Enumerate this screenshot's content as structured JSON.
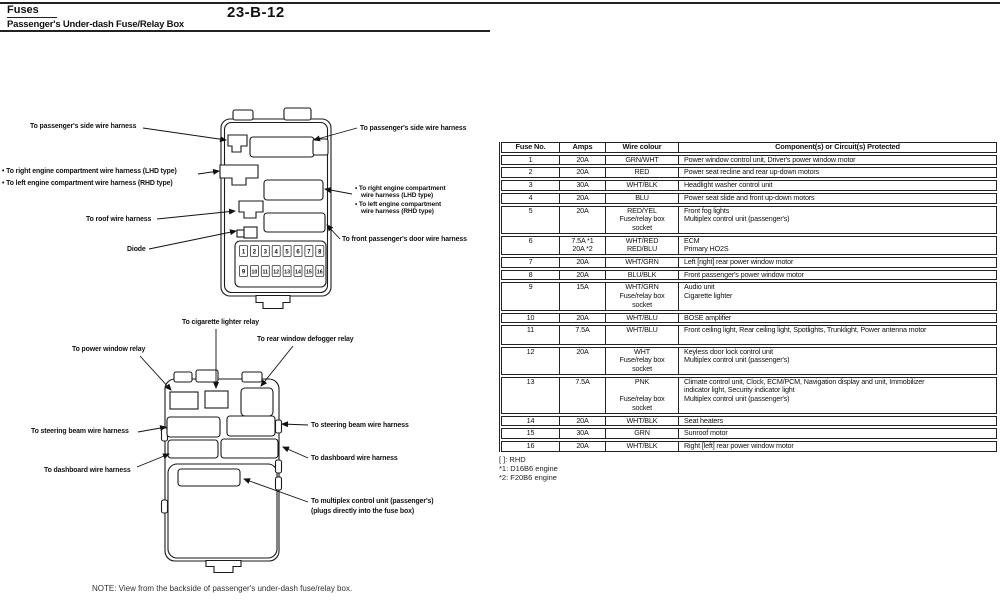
{
  "header": {
    "title": "Fuses",
    "subtitle": "Passenger's Under-dash Fuse/Relay Box",
    "page_code": "23-B-12"
  },
  "colors": {
    "ink": "#111111",
    "line": "#1a1a1a",
    "background": "#ffffff"
  },
  "diagram_upper": {
    "labels": {
      "passenger_side_left": "To passenger's side wire harness",
      "engine_compartment_left": "• To right engine compartment wire harness (LHD type)\n• To left engine compartment wire harness (RHD type)",
      "roof": "To roof wire harness",
      "diode": "Diode",
      "passenger_side_right": "To passenger's side wire harness",
      "engine_right_1": "• To right engine compartment\nwire harness (LHD type)",
      "engine_right_2": "• To left engine compartment\nwire harness (RHD type)",
      "front_door": "To front passenger's door wire harness"
    },
    "fuse_numbers_row1": [
      "1",
      "2",
      "3",
      "4",
      "5",
      "6",
      "7",
      "8"
    ],
    "fuse_numbers_row2": [
      "9",
      "10",
      "11",
      "12",
      "13",
      "14",
      "15",
      "16"
    ]
  },
  "diagram_lower": {
    "labels": {
      "cigarette": "To cigarette lighter relay",
      "power_window": "To power window relay",
      "defogger": "To rear window defogger relay",
      "steering_left": "To steering beam wire harness",
      "steering_right": "To steering beam wire harness",
      "dashboard_left": "To dashboard wire harness",
      "dashboard_right": "To dashboard wire harness",
      "multiplex": "To multiplex control unit (passenger's)\n(plugs directly into the fuse box)"
    }
  },
  "note": "NOTE: View from the backside of passenger's under-dash fuse/relay box.",
  "table": {
    "headers": [
      "Fuse No.",
      "Amps",
      "Wire colour",
      "Component(s) or Circuit(s) Protected"
    ],
    "rows": [
      {
        "fuse": "1",
        "lines": [
          {
            "amps": "20A",
            "wire": "GRN/WHT",
            "comp": "Power window control unit, Driver's power window motor"
          }
        ]
      },
      {
        "fuse": "2",
        "lines": [
          {
            "amps": "20A",
            "wire": "RED",
            "comp": "Power seat recline and rear up-down motors"
          }
        ]
      },
      {
        "fuse": "3",
        "lines": [
          {
            "amps": "30A",
            "wire": "WHT/BLK",
            "comp": "Headlight washer control unit"
          }
        ]
      },
      {
        "fuse": "4",
        "lines": [
          {
            "amps": "20A",
            "wire": "BLU",
            "comp": "Power seat slide and front up-down motors"
          }
        ]
      },
      {
        "fuse": "5",
        "lines": [
          {
            "amps": "20A",
            "wire": "RED/YEL",
            "comp": "Front fog lights"
          },
          {
            "amps": "",
            "wire": "Fuse/relay box",
            "comp": "Multiplex control unit (passenger's)"
          },
          {
            "amps": "",
            "wire": "socket",
            "comp": ""
          }
        ]
      },
      {
        "fuse": "6",
        "lines": [
          {
            "amps": "7.5A *1",
            "wire": "WHT/RED",
            "comp": "ECM"
          },
          {
            "amps": "20A *2",
            "wire": "RED/BLU",
            "comp": "Primary HO2S"
          }
        ]
      },
      {
        "fuse": "7",
        "lines": [
          {
            "amps": "20A",
            "wire": "WHT/GRN",
            "comp": "Left [right] rear power window motor"
          }
        ]
      },
      {
        "fuse": "8",
        "lines": [
          {
            "amps": "20A",
            "wire": "BLU/BLK",
            "comp": "Front passenger's power window motor"
          }
        ]
      },
      {
        "fuse": "9",
        "lines": [
          {
            "amps": "15A",
            "wire": "WHT/GRN",
            "comp": "Audio unit"
          },
          {
            "amps": "",
            "wire": "Fuse/relay box",
            "comp": "Cigarette lighter"
          },
          {
            "amps": "",
            "wire": "socket",
            "comp": ""
          }
        ]
      },
      {
        "fuse": "10",
        "lines": [
          {
            "amps": "20A",
            "wire": "WHT/BLU",
            "comp": "BOSE amplifier"
          }
        ]
      },
      {
        "fuse": "11",
        "lines": [
          {
            "amps": "7.5A",
            "wire": "WHT/BLU",
            "comp": "Front ceiling light, Rear ceiling light, Spotlights, Trunklight, Power antenna motor"
          },
          {
            "amps": "",
            "wire": "",
            "comp": ""
          }
        ]
      },
      {
        "fuse": "12",
        "lines": [
          {
            "amps": "20A",
            "wire": "WHT",
            "comp": "Keyless door lock control unit"
          },
          {
            "amps": "",
            "wire": "Fuse/relay box",
            "comp": "Multiplex control unit (passenger's)"
          },
          {
            "amps": "",
            "wire": "socket",
            "comp": ""
          }
        ]
      },
      {
        "fuse": "13",
        "lines": [
          {
            "amps": "7.5A",
            "wire": "PNK",
            "comp": "Climate control unit, Clock, ECM/PCM, Navigation display and unit, Immobilizer"
          },
          {
            "amps": "",
            "wire": "",
            "comp": "indicator light, Security indicator light"
          },
          {
            "amps": "",
            "wire": "Fuse/relay box",
            "comp": "Multiplex control unit (passenger's)"
          },
          {
            "amps": "",
            "wire": "socket",
            "comp": ""
          }
        ]
      },
      {
        "fuse": "14",
        "lines": [
          {
            "amps": "20A",
            "wire": "WHT/BLK",
            "comp": "Seat heaters"
          }
        ]
      },
      {
        "fuse": "15",
        "lines": [
          {
            "amps": "30A",
            "wire": "GRN",
            "comp": "Sunroof motor"
          }
        ]
      },
      {
        "fuse": "16",
        "lines": [
          {
            "amps": "20A",
            "wire": "WHT/BLK",
            "comp": "Right [left] rear power window motor"
          }
        ]
      }
    ],
    "footnotes": [
      "[ ]: RHD",
      "*1: D16B6 engine",
      "*2: F20B6 engine"
    ]
  }
}
